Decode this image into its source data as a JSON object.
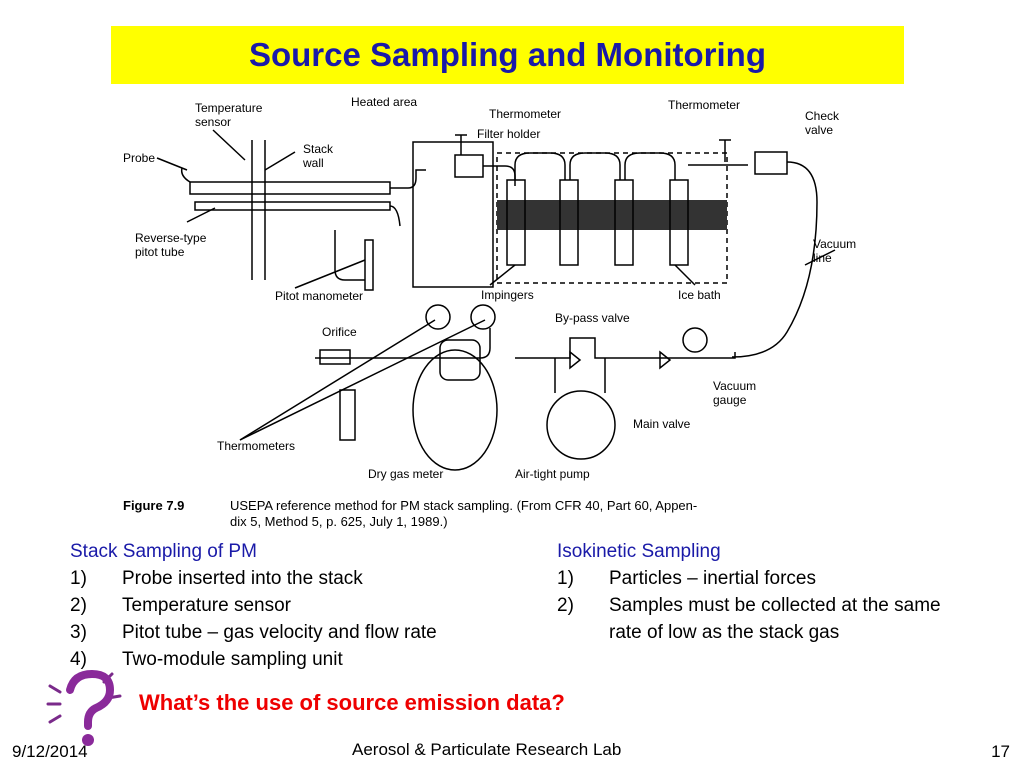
{
  "slide": {
    "title": "Source Sampling and Monitoring",
    "figure": {
      "labels": {
        "temperature_sensor_1": "Temperature",
        "temperature_sensor_2": "sensor",
        "heated_area": "Heated area",
        "thermometer_left": "Thermometer",
        "filter_holder": "Filter holder",
        "thermometer_right": "Thermometer",
        "check_valve_1": "Check",
        "check_valve_2": "valve",
        "probe": "Probe",
        "stack_wall_1": "Stack",
        "stack_wall_2": "wall",
        "reverse_pitot_1": "Reverse-type",
        "reverse_pitot_2": "pitot tube",
        "vacuum_line_1": "Vacuum",
        "vacuum_line_2": "line",
        "pitot_manometer": "Pitot manometer",
        "impingers": "Impingers",
        "ice_bath": "Ice bath",
        "orifice": "Orifice",
        "bypass_valve": "By-pass valve",
        "vacuum_gauge_1": "Vacuum",
        "vacuum_gauge_2": "gauge",
        "main_valve": "Main valve",
        "thermometers": "Thermometers",
        "dry_gas_meter": "Dry gas meter",
        "air_tight_pump": "Air-tight pump"
      },
      "caption_label": "Figure 7.9",
      "caption_line1": "USEPA reference method for PM stack sampling. (From CFR 40, Part 60, Appen-",
      "caption_line2": "dix 5, Method 5, p. 625, July 1, 1989.)"
    },
    "left_column": {
      "heading": "Stack Sampling of PM",
      "items": [
        {
          "num": "1)",
          "text": "Probe inserted into the stack"
        },
        {
          "num": "2)",
          "text": "Temperature sensor"
        },
        {
          "num": "3)",
          "text": "Pitot tube – gas velocity and flow rate"
        },
        {
          "num": "4)",
          "text": "Two-module sampling unit"
        }
      ]
    },
    "right_column": {
      "heading": "Isokinetic Sampling",
      "items": [
        {
          "num": "1)",
          "text": "Particles – inertial forces"
        },
        {
          "num": "2)",
          "text": "Samples must be collected at the same rate of low as the stack gas"
        }
      ]
    },
    "question": "What’s the use of source emission data?",
    "footer": {
      "date": "9/12/2014",
      "center": "Aerosol & Particulate Research Lab",
      "page": "17"
    },
    "colors": {
      "title_bg": "#ffff00",
      "title_text": "#1a1aa8",
      "heading_text": "#1a1aa8",
      "question_text": "#ee0000"
    },
    "icons": {
      "question_icon": "question-mark-icon"
    }
  }
}
